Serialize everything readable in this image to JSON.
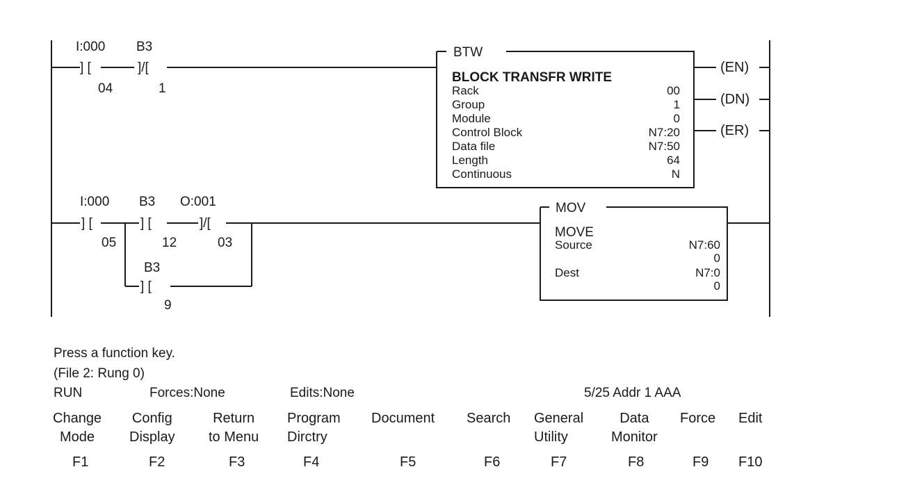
{
  "rung1": {
    "contact1": {
      "address": "I:000",
      "bit": "04",
      "symbol": "] ["
    },
    "contact2": {
      "address": "B3",
      "bit": "1",
      "symbol": "]/["
    },
    "block": {
      "type": "BTW",
      "title": "BLOCK TRANSFR WRITE",
      "params": [
        {
          "label": "Rack",
          "value": "00"
        },
        {
          "label": "Group",
          "value": "1"
        },
        {
          "label": "Module",
          "value": "0"
        },
        {
          "label": "Control Block",
          "value": "N7:20"
        },
        {
          "label": "Data file",
          "value": "N7:50"
        },
        {
          "label": "Length",
          "value": "64"
        },
        {
          "label": "Continuous",
          "value": "N"
        }
      ],
      "outputs": [
        "(EN)",
        "(DN)",
        "(ER)"
      ]
    }
  },
  "rung2": {
    "contact1": {
      "address": "I:000",
      "bit": "05",
      "symbol": "] ["
    },
    "contact2": {
      "address": "B3",
      "bit": "12",
      "symbol": "] ["
    },
    "contact3": {
      "address": "O:001",
      "bit": "03",
      "symbol": "]/["
    },
    "branch_contact": {
      "address": "B3",
      "bit": "9",
      "symbol": "] ["
    },
    "block": {
      "type": "MOV",
      "title": "MOVE",
      "source_label": "Source",
      "source_value": "N7:60",
      "source_current": "0",
      "dest_label": "Dest",
      "dest_value": "N7:0",
      "dest_current": "0"
    }
  },
  "status": {
    "prompt": "Press a function key.",
    "location": "(File 2: Rung 0)",
    "mode": "RUN",
    "forces": "Forces:None",
    "edits": "Edits:None",
    "node": "5/25 Addr  1  AAA"
  },
  "function_keys": [
    {
      "label": "Change\nMode",
      "key": "F1"
    },
    {
      "label": "Config\nDisplay",
      "key": "F2"
    },
    {
      "label": "Return\nto Menu",
      "key": "F3"
    },
    {
      "label": "Program\nDirctry",
      "key": "F4"
    },
    {
      "label": "Document",
      "key": "F5"
    },
    {
      "label": "Search",
      "key": "F6"
    },
    {
      "label": "General\nUtility",
      "key": "F7"
    },
    {
      "label": "Data\nMonitor",
      "key": "F8"
    },
    {
      "label": "Force",
      "key": "F9"
    },
    {
      "label": "Edit",
      "key": "F10"
    }
  ]
}
